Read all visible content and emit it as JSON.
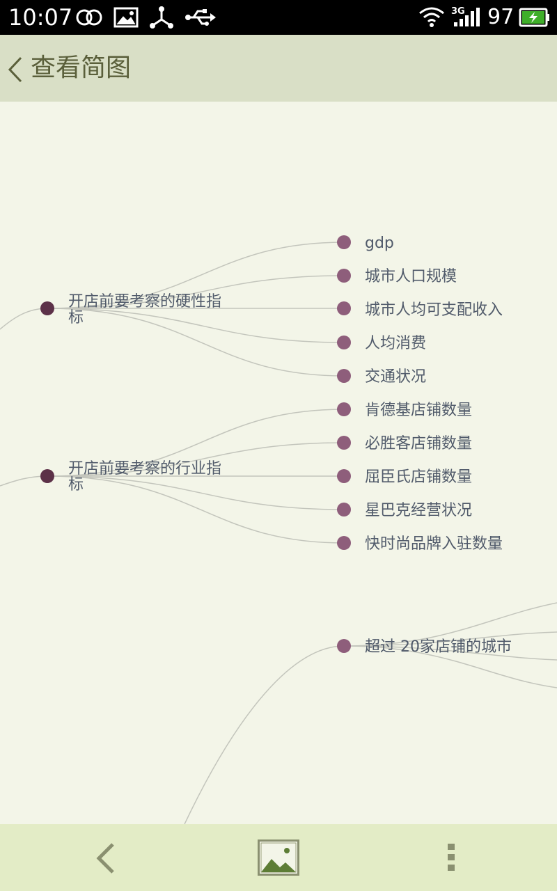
{
  "status_bar": {
    "time": "10:07",
    "network": "3G",
    "battery": "97",
    "icons": [
      "infinity-icon",
      "image-icon",
      "share-node-icon",
      "usb-icon",
      "wifi-icon",
      "signal-icon",
      "battery-charging-icon"
    ]
  },
  "app_bar": {
    "back_icon": "chevron-left-icon",
    "title": "查看简图"
  },
  "mindmap": {
    "topics": [
      {
        "label": "开店前要考察的硬性指标",
        "children": [
          "gdp",
          "城市人口规模",
          "城市人均可支配收入",
          "人均消费",
          "交通状况"
        ]
      },
      {
        "label": "开店前要考察的行业指标",
        "children": [
          "肯德基店铺数量",
          "必胜客店铺数量",
          "屈臣氏店铺数量",
          "星巴克经营状况",
          "快时尚品牌入驻数量"
        ]
      }
    ],
    "extra_node": "超过 20家店铺的城市",
    "colors": {
      "line": "#c3c5bc",
      "leaf_dot": "#8e5e7b",
      "topic_dot": "#5c3148",
      "text": "#505a6a"
    }
  },
  "bottom_bar": {
    "buttons": [
      "back-arrow-icon",
      "picture-icon",
      "more-vert-icon"
    ]
  }
}
